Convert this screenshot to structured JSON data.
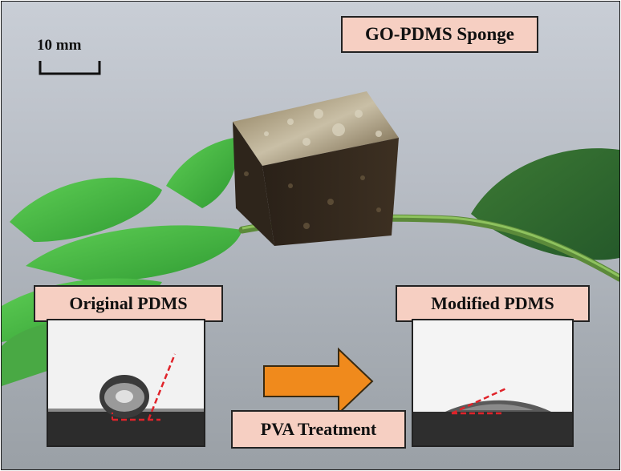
{
  "scale_bar": {
    "label": "10 mm"
  },
  "title": "GO-PDMS Sponge",
  "left_panel": {
    "label": "Original PDMS"
  },
  "right_panel": {
    "label": "Modified PDMS"
  },
  "process": {
    "label": "PVA Treatment"
  },
  "colors": {
    "label_fill": "#f6cfc2",
    "arrow": "#f08a1c",
    "angle_lines": "#e0232a",
    "leaf": "#4db84a"
  }
}
